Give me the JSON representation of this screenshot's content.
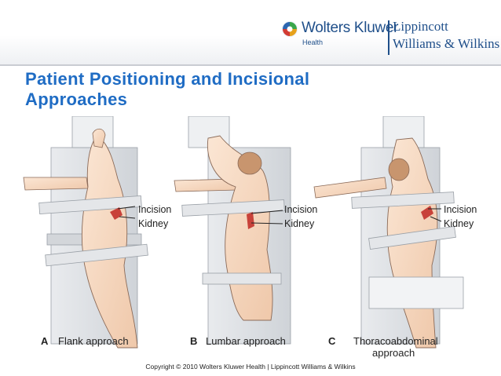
{
  "header": {
    "publisher": "Wolters Kluwer",
    "publisher_sub": "Health",
    "imprint_line1": "Lippincott",
    "imprint_line2": "Williams & Wilkins"
  },
  "slide": {
    "title_line1": "Patient Positioning and Incisional",
    "title_line2": "Approaches"
  },
  "figure": {
    "panels": [
      {
        "letter": "A",
        "caption": "Flank approach",
        "labels": [
          "Incision",
          "Kidney"
        ]
      },
      {
        "letter": "B",
        "caption": "Lumbar approach",
        "labels": [
          "Incision",
          "Kidney"
        ]
      },
      {
        "letter": "C",
        "caption_line1": "Thoracoabdominal",
        "caption_line2": "approach",
        "labels": [
          "Incision",
          "Kidney"
        ]
      }
    ]
  },
  "footer": {
    "copyright": "Copyright © 2010 Wolters Kluwer Health | Lippincott Williams & Wilkins"
  },
  "colors": {
    "title": "#1f6cc4",
    "brand": "#1f4f8a",
    "skin": "#f7dcc6",
    "incision": "#c8423a"
  }
}
